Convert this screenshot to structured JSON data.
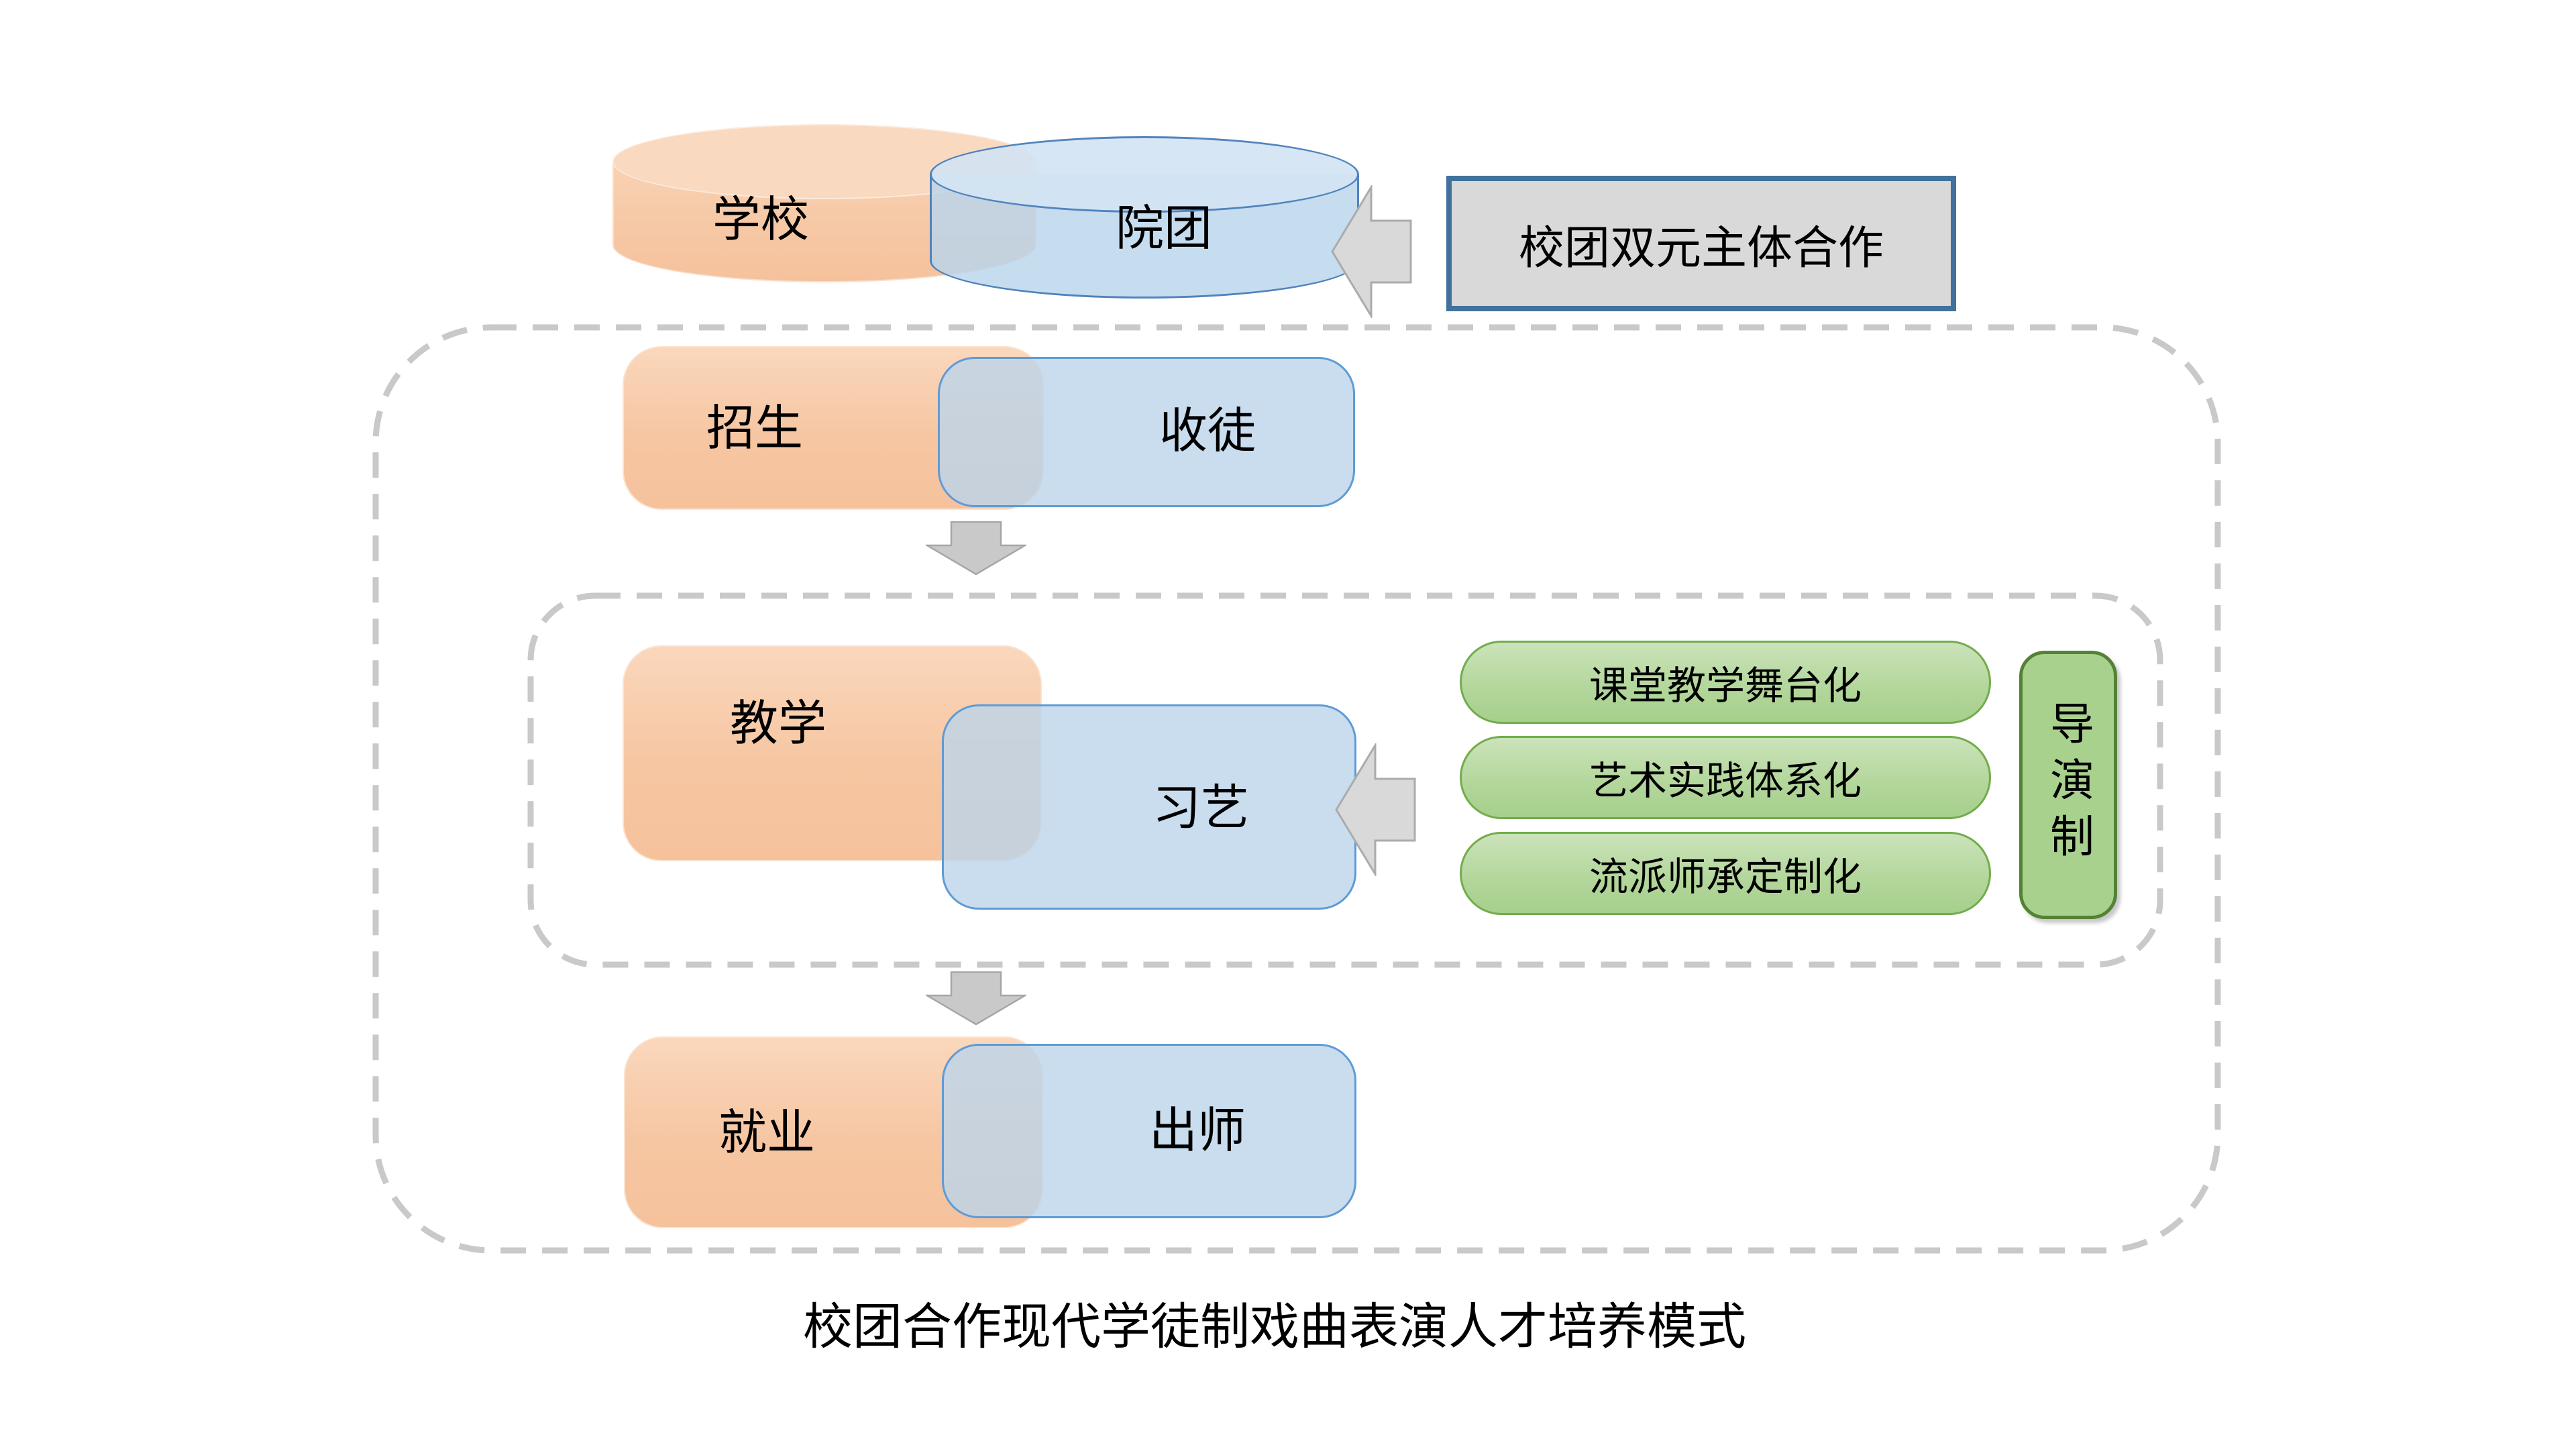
{
  "caption": "校团合作现代学徒制戏曲表演人才培养模式",
  "entities": {
    "school": "学校",
    "troupe": "院团",
    "cooperation": "校团双元主体合作"
  },
  "stages": [
    {
      "school_side": "招生",
      "troupe_side": "收徒"
    },
    {
      "school_side": "教学",
      "troupe_side": "习艺"
    },
    {
      "school_side": "就业",
      "troupe_side": "出师"
    }
  ],
  "teaching_methods": [
    "课堂教学舞台化",
    "艺术实践体系化",
    "流派师承定制化"
  ],
  "director_system": "导演制",
  "icons": {
    "cooperation_arrow": "arrow-left-icon",
    "teaching_arrow": "arrow-left-icon",
    "flow_arrow_1": "arrow-down-icon",
    "flow_arrow_2": "arrow-down-icon"
  },
  "colors": {
    "school_fill": "#F6C7A4",
    "troupe_fill": "#BDD7EE",
    "troupe_border": "#5F9BD5",
    "method_fill": "#A9D18E",
    "method_border": "#72AC4C",
    "director_border": "#548235",
    "cooperation_fill": "#D9D9D9",
    "cooperation_border": "#41719C",
    "dashed_border": "#C9C9C9",
    "arrow_fill": "#D9D9D9",
    "arrow_border": "#ABABAB"
  }
}
